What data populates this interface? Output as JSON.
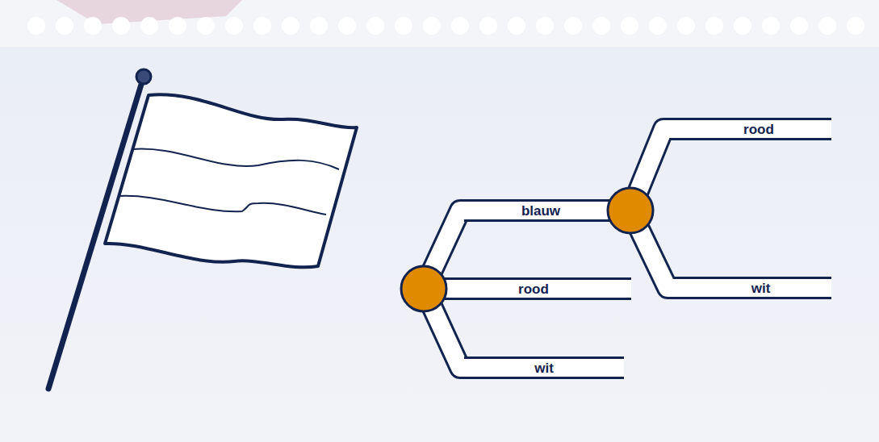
{
  "diagram": {
    "nodes": [
      {
        "text": [
          "blauw"
        ]
      },
      {
        "text": [
          "rood"
        ]
      },
      {
        "text": [
          "wit"
        ]
      },
      {
        "text": [
          "rood"
        ]
      },
      {
        "text": [
          "wit"
        ]
      }
    ],
    "edges": [
      {
        "from": 0,
        "to": 3,
        "arrow": "none"
      },
      {
        "from": 0,
        "to": 4,
        "arrow": "none"
      }
    ]
  }
}
